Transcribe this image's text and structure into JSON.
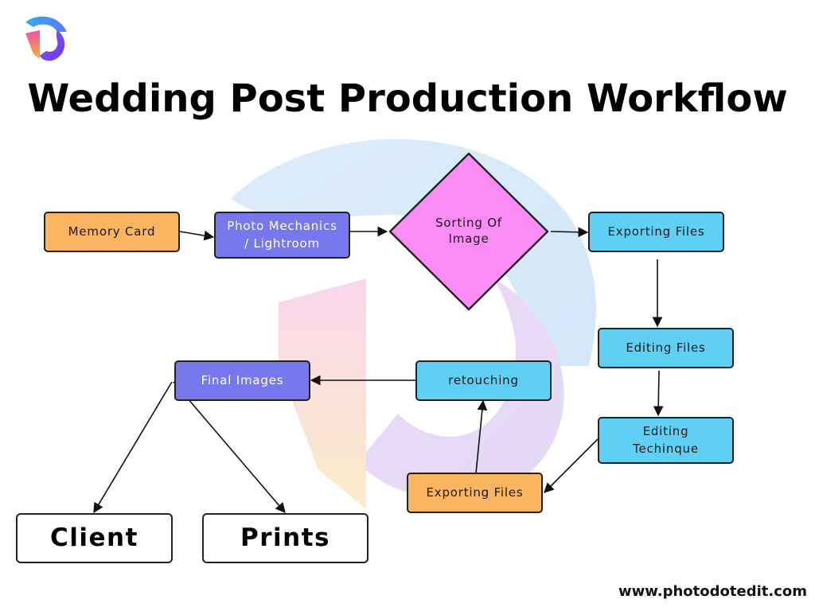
{
  "title": "Wedding Post Production Workflow",
  "nodes": {
    "memory_card": "Memory Card",
    "photo_mechanics_line1": "Photo Mechanics",
    "photo_mechanics_line2": "/ Lightroom",
    "sorting_line1": "Sorting Of",
    "sorting_line2": "Image",
    "exporting_files_top": "Exporting Files",
    "editing_files": "Editing Files",
    "editing_technique_line1": "Editing",
    "editing_technique_line2": "Techinque",
    "exporting_files_bottom": "Exporting Files",
    "retouching": "retouching",
    "final_images": "Final Images",
    "client": "Client",
    "prints": "Prints"
  },
  "footer_url": "www.photodotedit.com",
  "colors": {
    "orange": "#fbb460",
    "purple": "#7878ee",
    "cyan": "#5fd0f4",
    "pink": "#fa8cf6"
  }
}
